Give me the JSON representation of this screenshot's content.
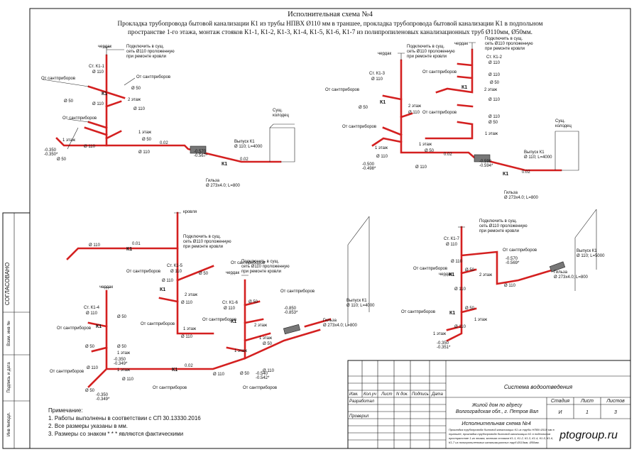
{
  "header": {
    "title": "Исполнительная схема №4",
    "subtitle_line1": "Прокладка трубопровода бытовой канализации К1 из трубы НПВХ Ø110 мм в траншее, прокладка трубопровода бытовой канализации К1 в подпольном",
    "subtitle_line2": "пространстве 1-го этажа, монтаж стояков К1-1, К1-2, К1-3, К1-4, К1-5, К1-6, К1-7 из полипропиленовых канализационных труб Ø110мм, Ø50мм."
  },
  "side_margin": {
    "agreed": "СОГЛАСОВАНО",
    "inv_replace": "Взам. инв №",
    "sign_date": "Подпись и дата",
    "inv_orig": "Инв №подл."
  },
  "labels": {
    "attic": "чердак",
    "roof": "кровля",
    "connect1": "Подключить в сущ.",
    "connect2": "сеть Ø110 проложенную",
    "connect3": "при ремонте кровли",
    "from_fixtures": "От сантприборов",
    "d110": "Ø 110",
    "d50": "Ø 50",
    "k1": "К1",
    "floor1": "1 этаж",
    "floor2": "2 этаж",
    "outlet": "Выпуск К1",
    "outlet_spec": "Ø 110; L=4000",
    "outlet_spec_b": "Ø 110; L=5000",
    "sleeve": "Гильза",
    "sleeve_spec": "Ø 273х4.0; L=800",
    "well1": "Сущ.",
    "well2": "колодец",
    "slope1": "0.02",
    "slope2": "0.01",
    "st_k1_1": "Ст. К1-1",
    "st_k1_2": "Ст. К1-2",
    "st_k1_3": "Ст. К1-3",
    "st_k1_4": "Ст. К1-4",
    "st_k1_5": "Ст. К1-5",
    "st_k1_6": "Ст. К1-6",
    "st_k1_7": "Ст. К1-7",
    "lv_a": "-0.350",
    "lv_a2": "-0.350*",
    "lv_b": "-0.570",
    "lv_b2": "-0.567*",
    "lv_c": "-0.500",
    "lv_c2": "-0.498*",
    "lv_d": "-0.590",
    "lv_d2": "-0.594*",
    "lv_e": "-0.850",
    "lv_e2": "-0.853*",
    "lv_f": "-0.540",
    "lv_f2": "-0.542*",
    "lv_g": "-0.350",
    "lv_g2": "-0.349*",
    "lv_h": "-0.570",
    "lv_h2": "-0.569*",
    "lv_i": "-0.350",
    "lv_i2": "-0.351*"
  },
  "notes": {
    "heading": "Примечание:",
    "n1": "1. Работы выполнены в соответствии с СП 30.13330.2016",
    "n2": "2. Все размеры указаны в мм.",
    "n3": "3. Размеры со знаком * * * являются фактическими"
  },
  "stamp": {
    "col_change": "Изм.",
    "col_qty": "Кол.уч",
    "col_sheet": "Лист",
    "col_doc": "N док.",
    "col_sign": "Подпись",
    "col_date": "Дата",
    "developed": "Разработал",
    "checked": "Проверил",
    "system": "Система водоотведения",
    "object1": "Жилой дом по адресу",
    "object2": "Волгоградская обл., г. Петров Вал",
    "stage_h": "Стадия",
    "sheet_h": "Лист",
    "sheets_h": "Листов",
    "stage_v": "И",
    "sheet_v": "1",
    "sheets_v": "3",
    "scheme_title": "Исполнительная схема №4",
    "scheme_desc1": "Прокладка трубопровода бытовой канализации К1 из трубы НПВХ Ø110 мм в",
    "scheme_desc2": "траншее, прокладка трубопровода бытовой канализации К1 в подпольном",
    "scheme_desc3": "пространстве 1-го этажа, монтаж стояков К1-1, К1-2, К1-3, К1-4, К1-5, К1-6,",
    "scheme_desc4": "К1-7 из полипропиленовых канализационных труб Ø110мм, Ø50мм.",
    "brand": "ptogroup.ru"
  }
}
